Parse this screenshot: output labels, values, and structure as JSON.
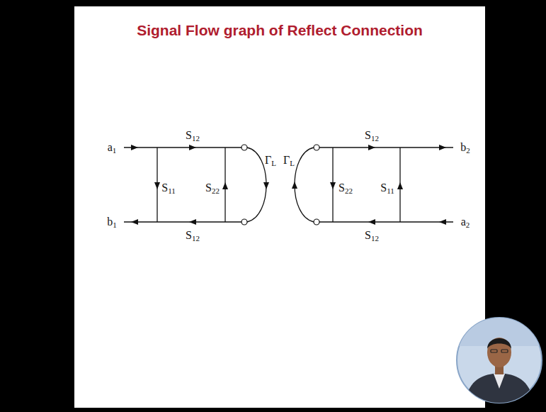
{
  "diagram": {
    "title": "Signal Flow graph of Reflect Connection",
    "labels": [
      "S12",
      "a1",
      "S11",
      "S22",
      "ΓL",
      "b1",
      "S12",
      "ΓL",
      "S12",
      "b2",
      "S22",
      "S11",
      "a2",
      "S12"
    ]
  }
}
